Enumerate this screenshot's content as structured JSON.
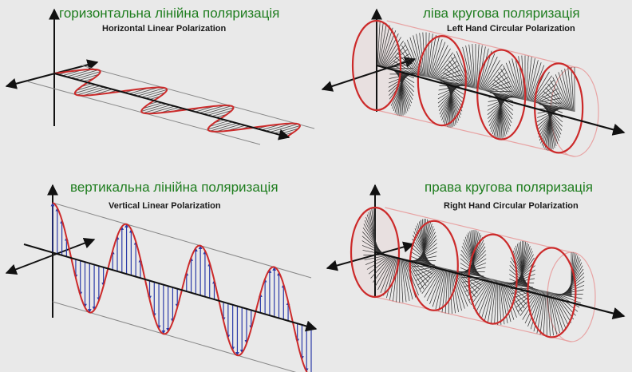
{
  "panels": {
    "horizontal": {
      "label_uk": "горизонтальна лінійна поляризація",
      "label_en": "Horizontal Linear Polarization"
    },
    "left_circular": {
      "label_uk": "ліва кругова поляризація",
      "label_en": "Left Hand Circular Polarization"
    },
    "vertical": {
      "label_uk": "вертикальна лінійна поляризація",
      "label_en": "Vertical Linear Polarization"
    },
    "right_circular": {
      "label_uk": "права кругова поляризація",
      "label_en": "Right Hand Circular Polarization"
    }
  },
  "colors": {
    "background": "#e9e9e9",
    "wave": "#cc2a2a",
    "vector_blue": "#2a3aa8",
    "vector_dark": "#2b2b2b",
    "cylinder": "#e8a3a3",
    "axis": "#111111",
    "label_uk": "#1e7d1e"
  }
}
